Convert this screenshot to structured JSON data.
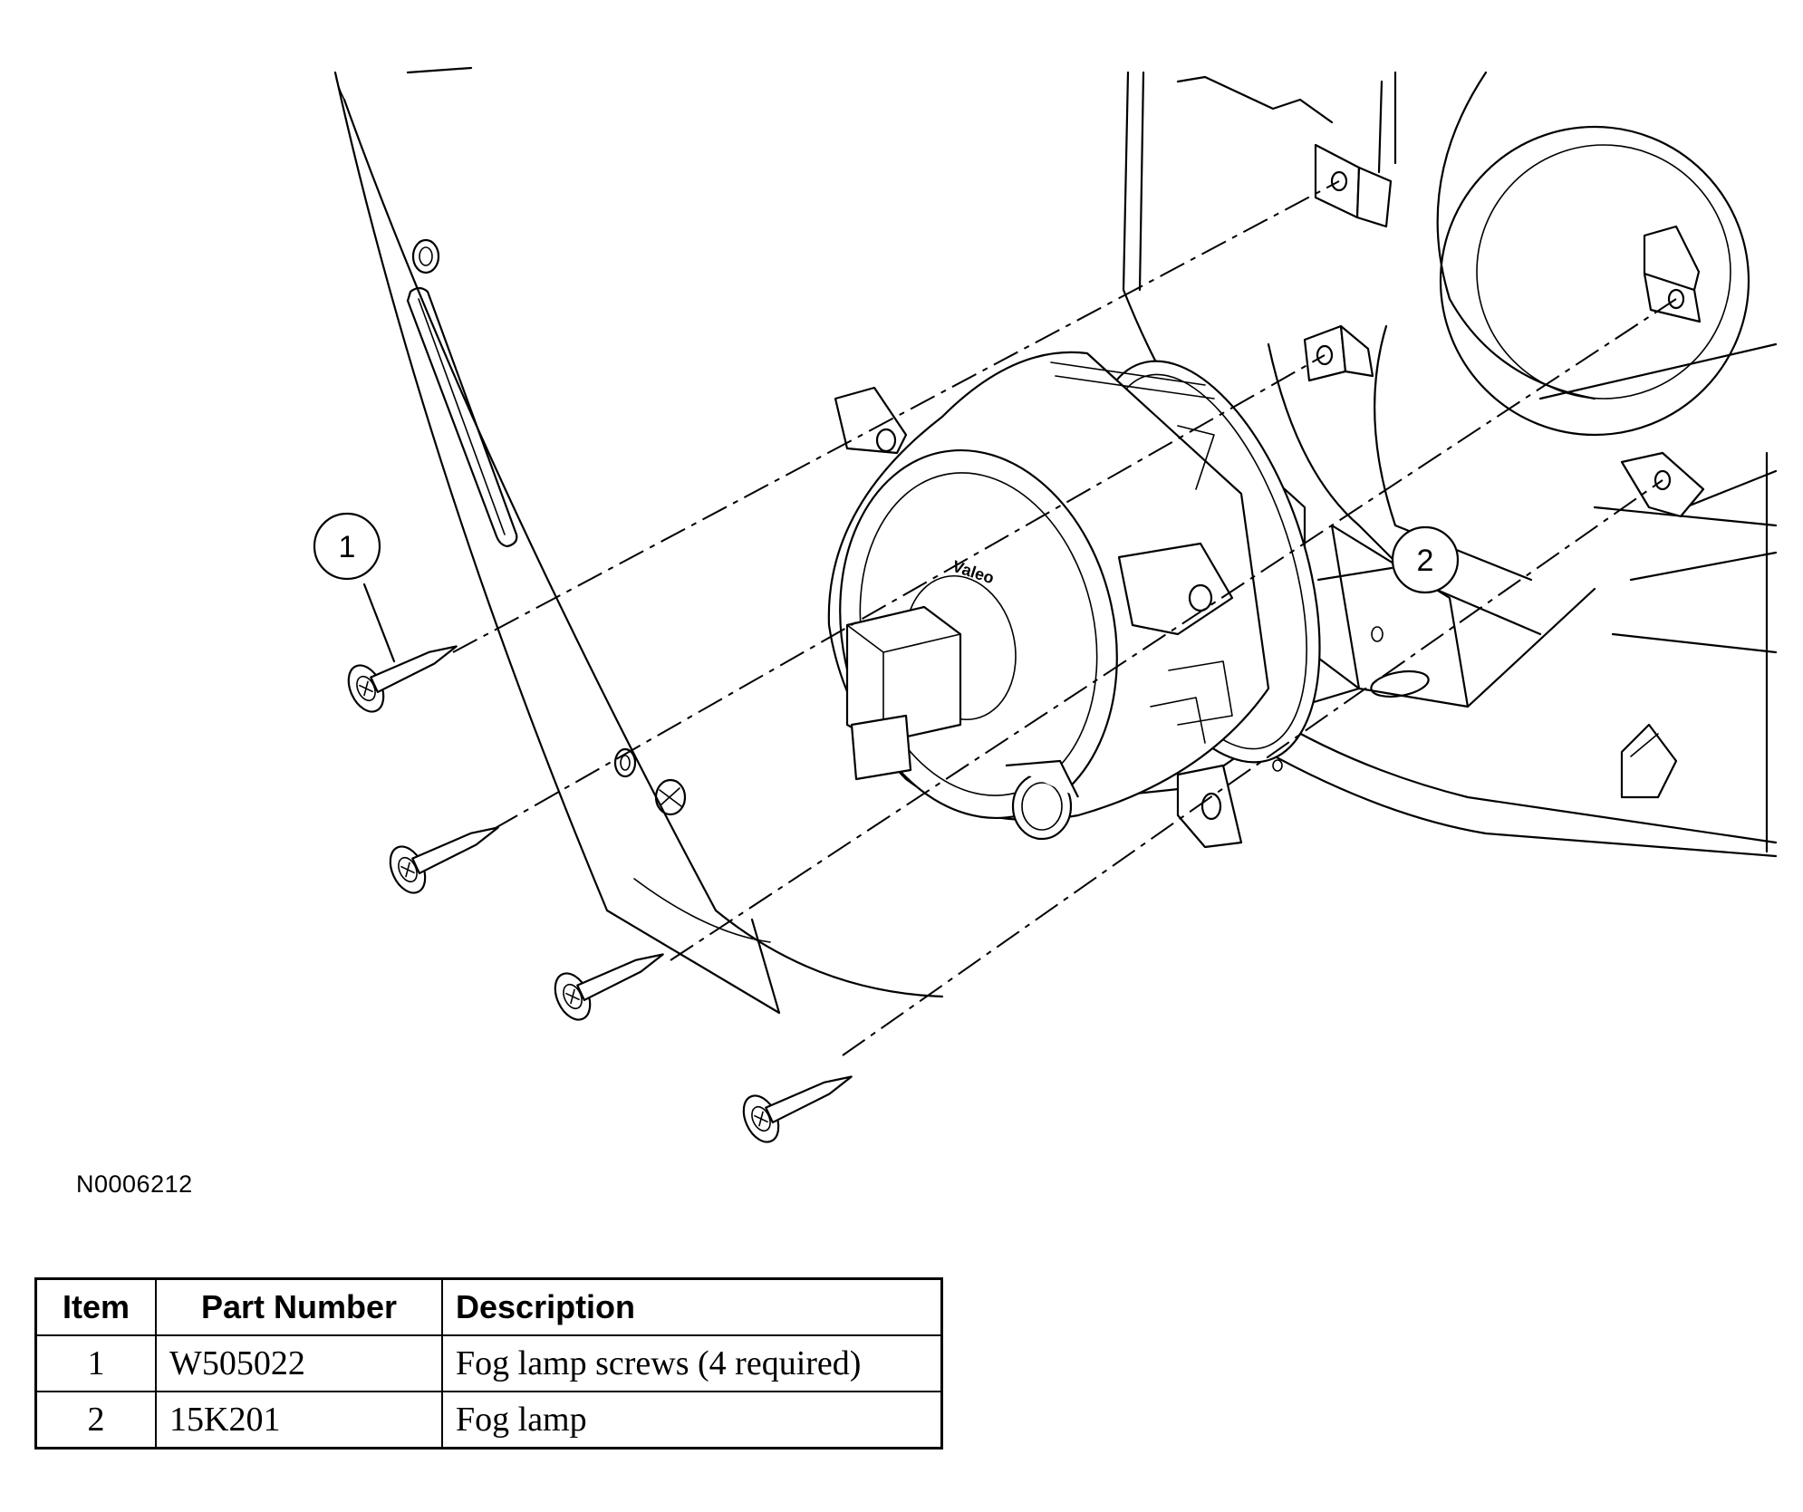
{
  "diagram": {
    "callouts": [
      {
        "label": "1",
        "part": "Fog lamp screws"
      },
      {
        "label": "2",
        "part": "Fog lamp"
      }
    ],
    "lamp_brand_text": "Valeo",
    "figure_id": "N0006212"
  },
  "parts_table": {
    "headers": {
      "item": "Item",
      "part_number": "Part Number",
      "description": "Description"
    },
    "rows": [
      {
        "item": "1",
        "part_number": "W505022",
        "description": "Fog lamp screws (4 required)"
      },
      {
        "item": "2",
        "part_number": "15K201",
        "description": "Fog lamp"
      }
    ]
  },
  "colors": {
    "line": "#000000",
    "background": "#ffffff"
  }
}
